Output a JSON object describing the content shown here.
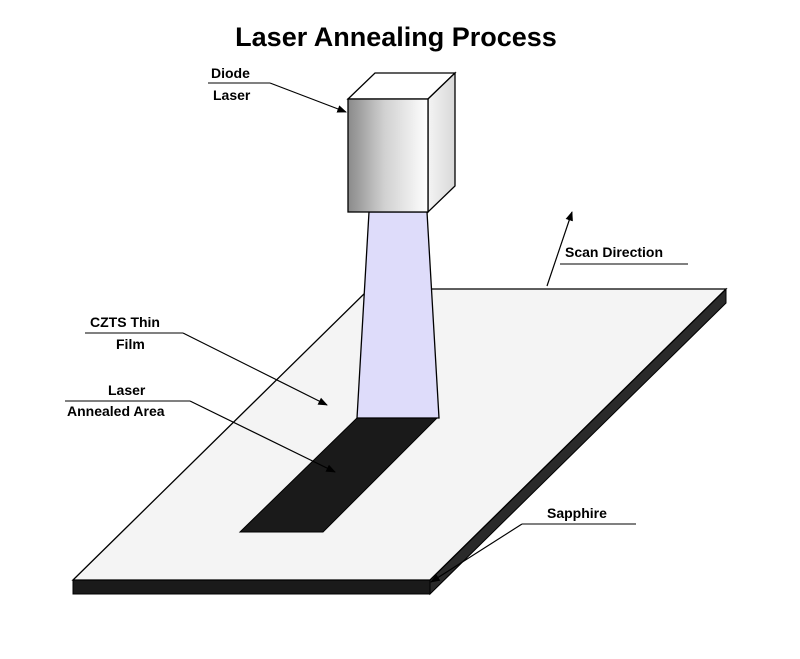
{
  "title": "Laser Annealing Process",
  "labels": {
    "diode_laser": [
      "Diode",
      "Laser"
    ],
    "scan_direction": "Scan Direction",
    "czts_thin_film": [
      "CZTS Thin",
      "Film"
    ],
    "laser_annealed_area": [
      "Laser",
      "Annealed Area"
    ],
    "sapphire": "Sapphire"
  },
  "colors": {
    "beam": "#dedcfa",
    "annealed_area": "#1a1a1a",
    "film": "#f4f4f4",
    "substrate_edge": "#1a1a1a"
  }
}
